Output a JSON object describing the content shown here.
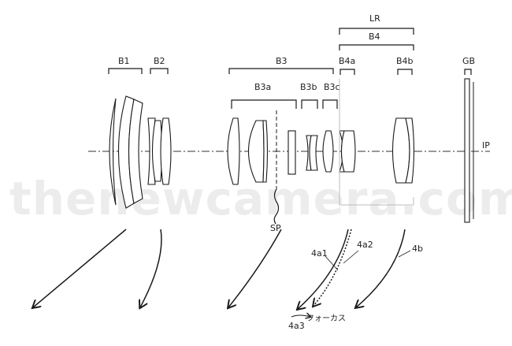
{
  "watermark": "thenewcamera.com",
  "groups": {
    "b1": "B1",
    "b2": "B2",
    "b3": "B3",
    "b3a": "B3a",
    "b3b": "B3b",
    "b3c": "B3c",
    "lr": "LR",
    "b4": "B4",
    "b4a": "B4a",
    "b4b": "B4b",
    "gb": "GB"
  },
  "labels": {
    "ip": "IP",
    "sp": "SP",
    "a1": "4a1",
    "a2": "4a2",
    "a3": "4a3",
    "b": "4b",
    "focus": "フォーカス"
  }
}
